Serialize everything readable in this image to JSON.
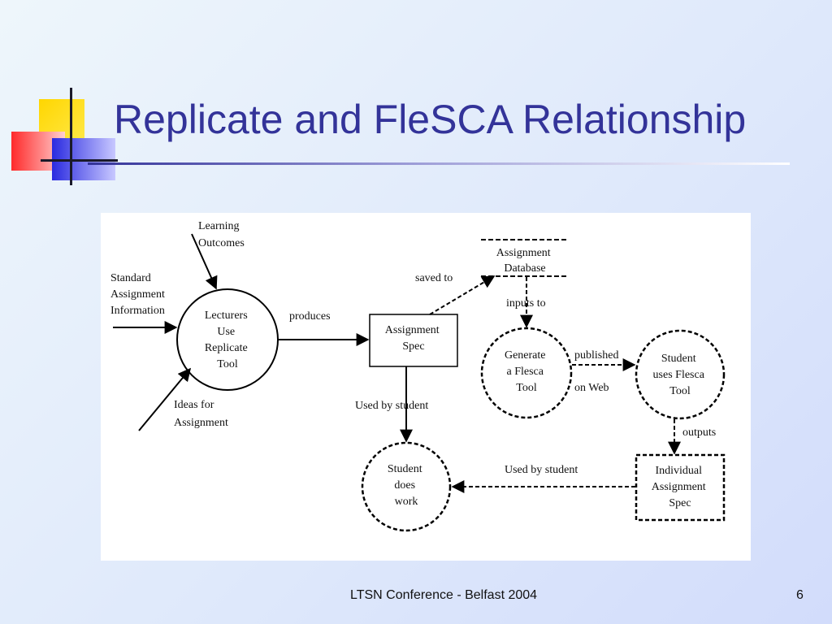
{
  "slide": {
    "title": "Replicate and FleSCA Relationship",
    "footer": "LTSN Conference - Belfast 2004",
    "page_number": "6"
  },
  "diagram": {
    "processes": {
      "lecturers": [
        "Lecturers",
        "Use",
        "Replicate",
        "Tool"
      ],
      "generate": [
        "Generate",
        "a Flesca",
        "Tool"
      ],
      "student_uses": [
        "Student",
        "uses Flesca",
        "Tool"
      ],
      "student_work": [
        "Student",
        "does",
        "work"
      ]
    },
    "entities": {
      "assignment_spec": [
        "Assignment",
        "Spec"
      ],
      "individual_spec": [
        "Individual",
        "Assignment",
        "Spec"
      ]
    },
    "datastore": [
      "Assignment",
      "Database"
    ],
    "inputs": {
      "learning_outcomes": [
        "Learning",
        "Outcomes"
      ],
      "standard_info": [
        "Standard",
        "Assignment",
        "Information"
      ],
      "ideas": [
        "Ideas for",
        "Assignment"
      ]
    },
    "flows": {
      "produces": "produces",
      "saved_to": "saved to",
      "inputs_to": "inputs to",
      "published": "published",
      "on_web": "on Web",
      "outputs": "outputs",
      "used_by_student_1": "Used by student",
      "used_by_student_2": "Used by student"
    }
  }
}
